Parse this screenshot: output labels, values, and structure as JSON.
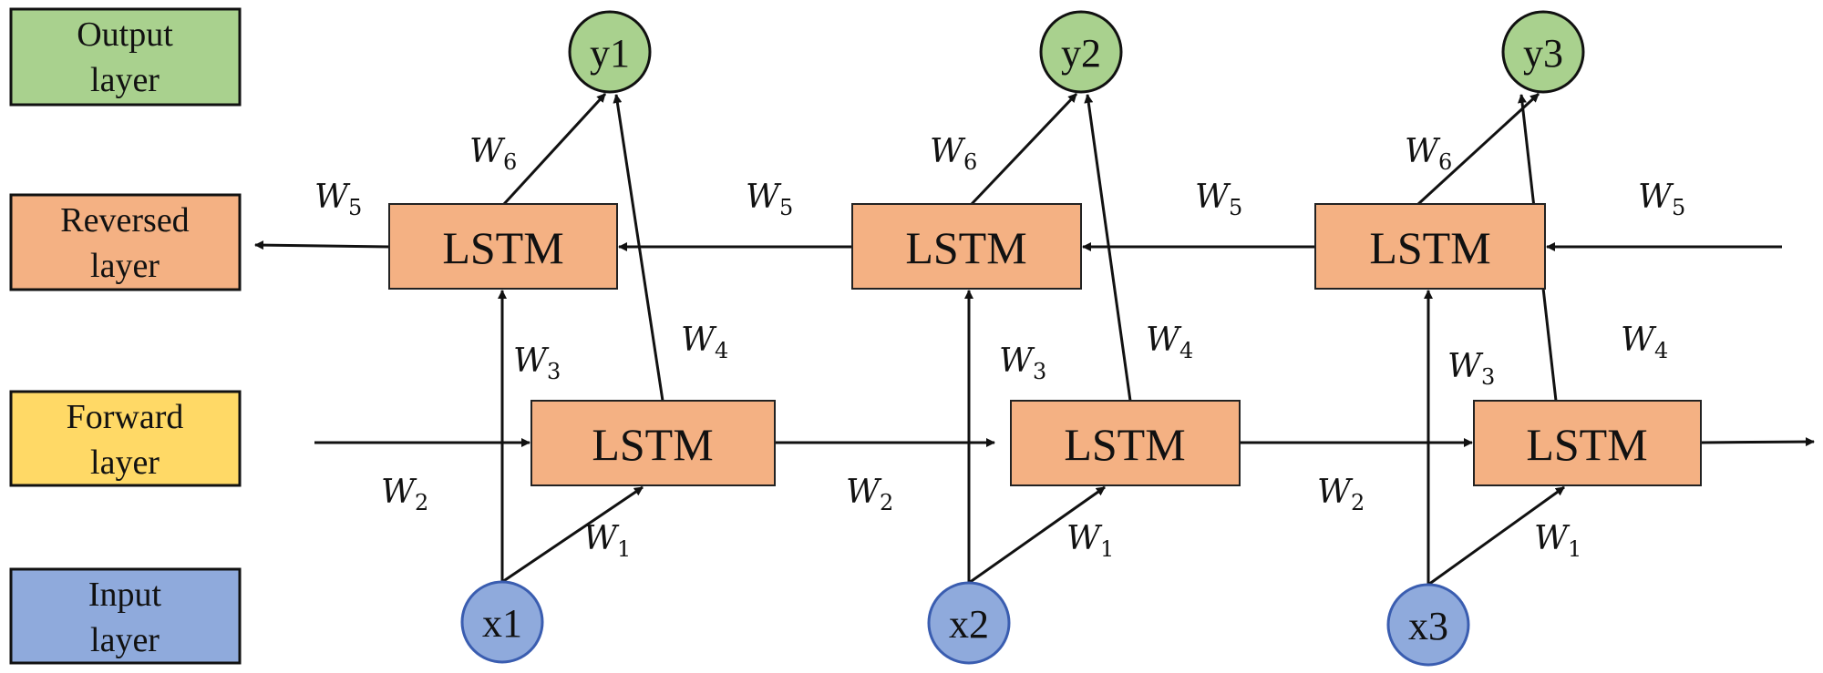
{
  "legend": {
    "output": {
      "line1": "Output",
      "line2": "layer",
      "color": "#a9d18e"
    },
    "reversed": {
      "line1": "Reversed",
      "line2": "layer",
      "color": "#f4b183"
    },
    "forward": {
      "line1": "Forward",
      "line2": "layer",
      "color": "#ffd966"
    },
    "input": {
      "line1": "Input",
      "line2": "layer",
      "color": "#8faadc"
    }
  },
  "lstm_label": "LSTM",
  "lstm_color": "#f4b183",
  "outputs": [
    "y1",
    "y2",
    "y3"
  ],
  "inputs": [
    "x1",
    "x2",
    "x3"
  ],
  "output_color": "#a9d18e",
  "input_color": "#8faadc",
  "weights": {
    "w1": {
      "base": "W",
      "sub": "1"
    },
    "w2": {
      "base": "W",
      "sub": "2"
    },
    "w3": {
      "base": "W",
      "sub": "3"
    },
    "w4": {
      "base": "W",
      "sub": "4"
    },
    "w5": {
      "base": "W",
      "sub": "5"
    },
    "w6": {
      "base": "W",
      "sub": "6"
    }
  }
}
